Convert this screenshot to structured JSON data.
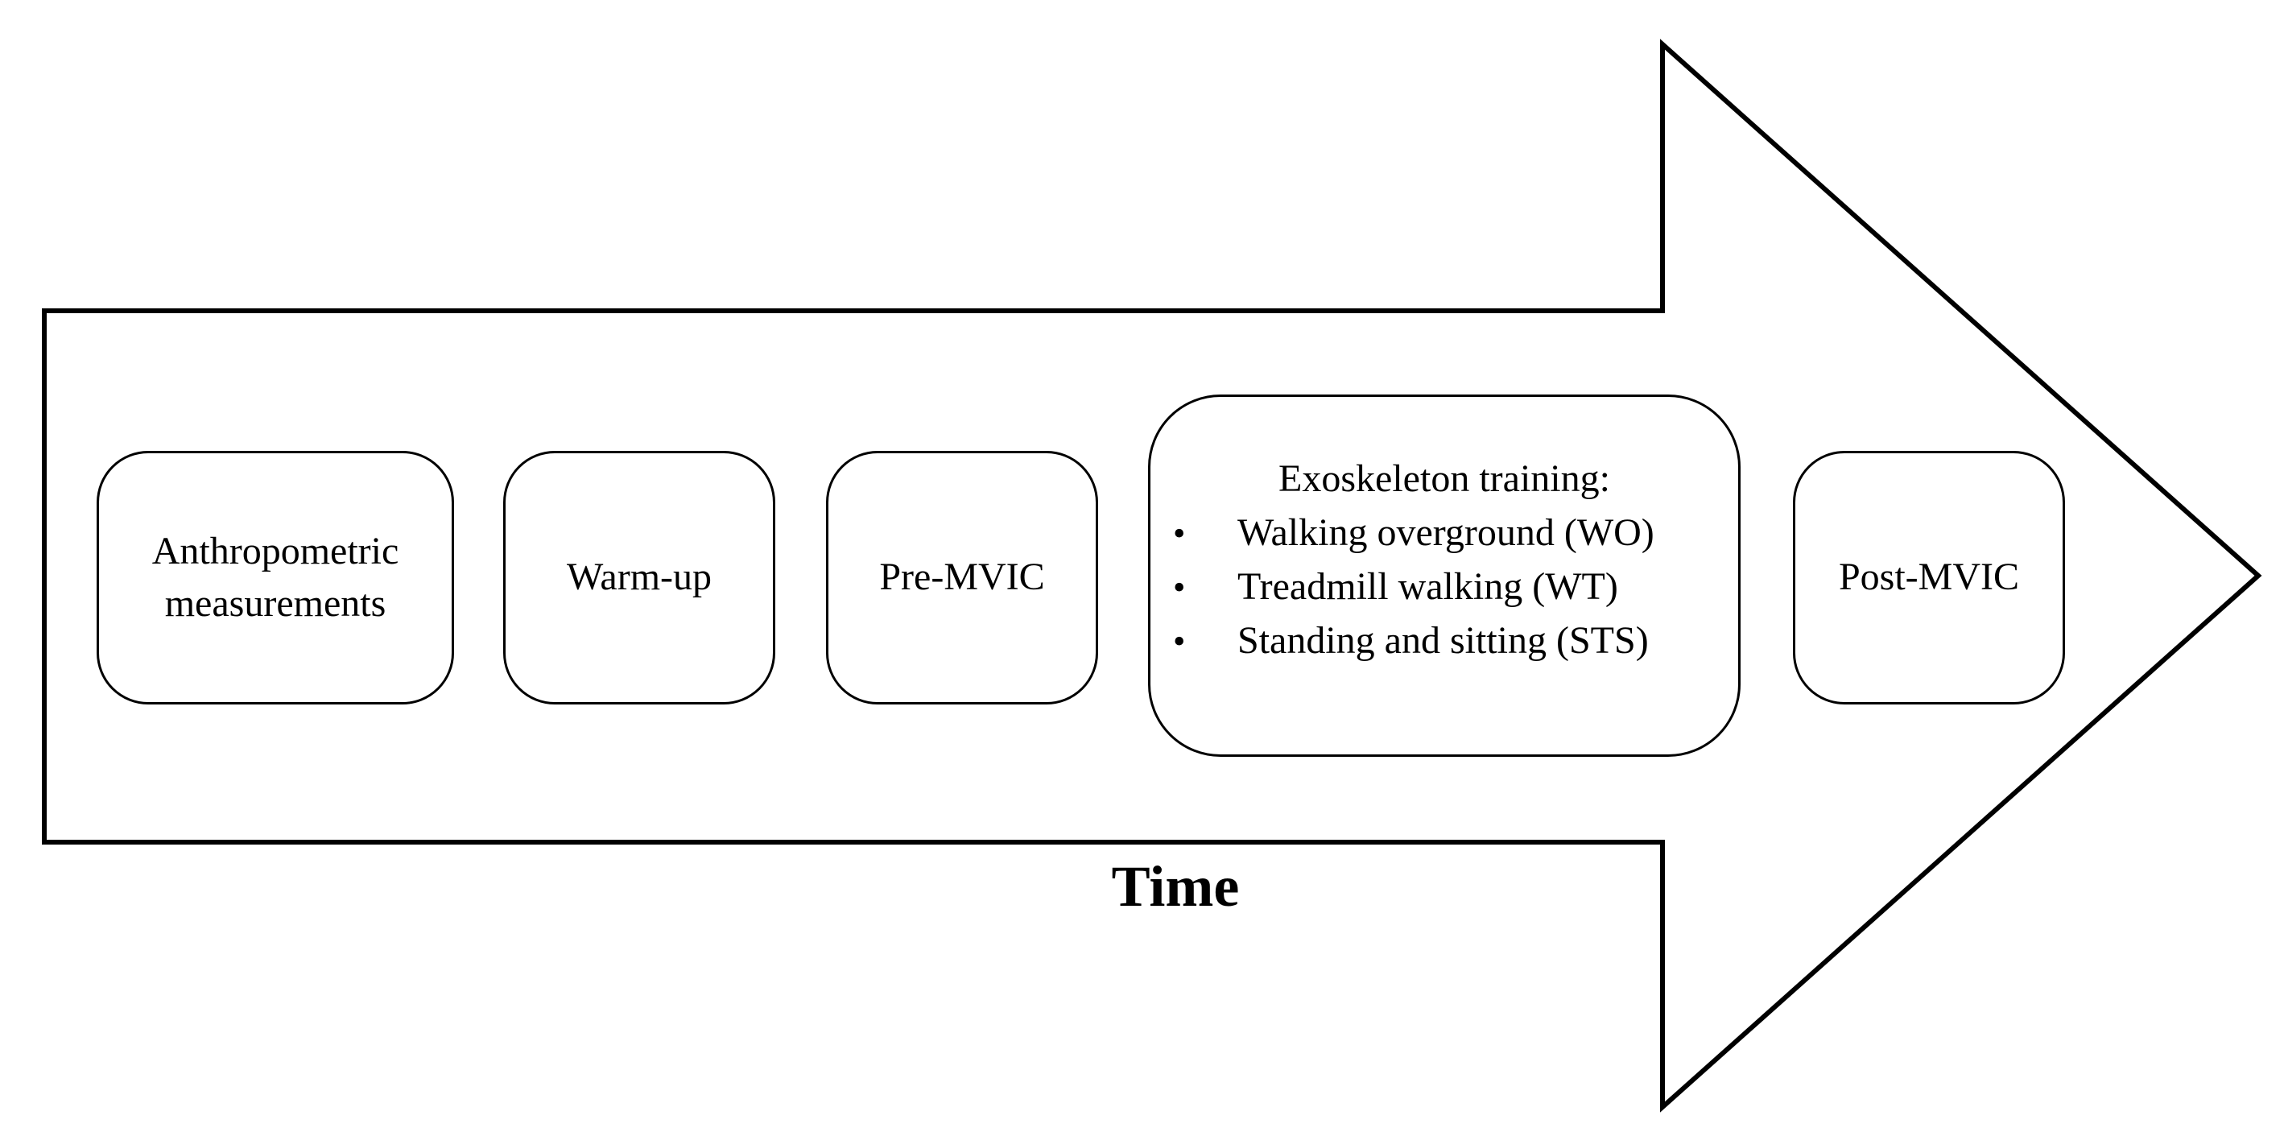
{
  "steps": [
    {
      "label": "Anthropometric\nmeasurements"
    },
    {
      "label": "Warm-up"
    },
    {
      "label": "Pre-MVIC"
    },
    {
      "label": "Post-MVIC"
    }
  ],
  "training": {
    "title": "Exoskeleton training:",
    "items": [
      {
        "bullet": "•",
        "text": "Walking overground (WO)"
      },
      {
        "bullet": "•",
        "text": "Treadmill walking (WT)"
      },
      {
        "bullet": "•",
        "text": "Standing and sitting (STS)"
      }
    ]
  },
  "axis_label": "Time"
}
